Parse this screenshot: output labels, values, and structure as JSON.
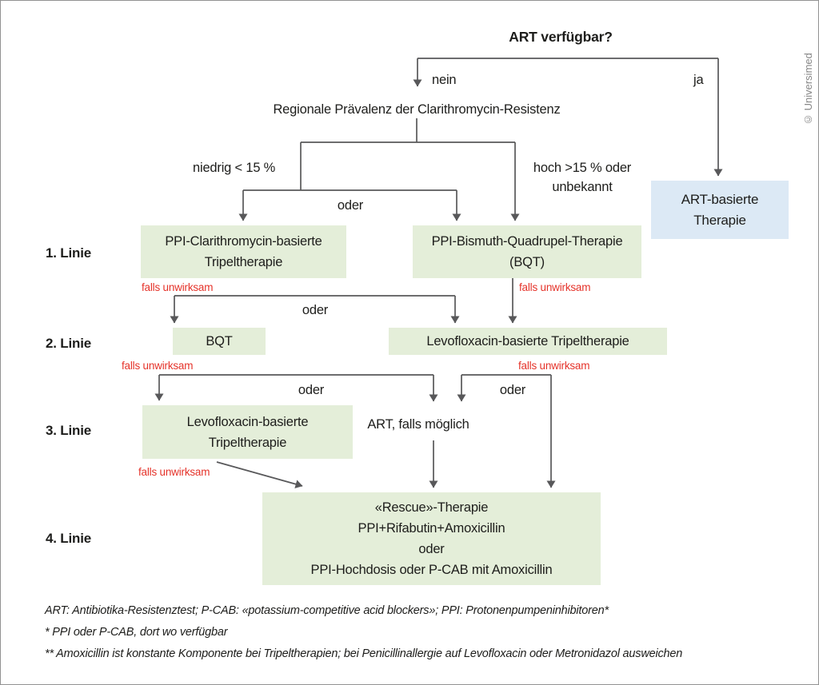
{
  "copyright": "© Universimed",
  "title": "ART verfügbar?",
  "branches": {
    "no": "nein",
    "yes": "ja"
  },
  "prevalence_node": "Regionale Prävalenz der Clarithromycin-Resistenz",
  "conditions": {
    "low": "niedrig < 15 %",
    "high_line1": "hoch >15 % oder",
    "high_line2": "unbekannt"
  },
  "labels": {
    "oder": "oder",
    "falls_unwirksam": "falls unwirksam"
  },
  "rows": {
    "line1": {
      "label": "1. Linie",
      "box_left": {
        "l1": "PPI-Clarithromycin-basierte",
        "l2": "Tripeltherapie"
      },
      "box_right": {
        "l1": "PPI-Bismuth-Quadrupel-Therapie",
        "l2": "(BQT)"
      }
    },
    "line2": {
      "label": "2. Linie",
      "box_left": "BQT",
      "box_right": "Levofloxacin-basierte Tripeltherapie"
    },
    "line3": {
      "label": "3. Linie",
      "box_left": {
        "l1": "Levofloxacin-basierte",
        "l2": "Tripeltherapie"
      },
      "step_text": "ART, falls möglich"
    },
    "line4": {
      "label": "4. Linie",
      "box": {
        "l1": "«Rescue»-Therapie",
        "l2": "PPI+Rifabutin+Amoxicillin",
        "l3": "oder",
        "l4": "PPI-Hochdosis oder P-CAB mit Amoxicillin"
      }
    }
  },
  "art_box": {
    "l1": "ART-basierte",
    "l2": "Therapie"
  },
  "footnotes": [
    "ART: Antibiotika-Resistenztest; P-CAB: «potassium-competitive acid blockers»; PPI: Protonenpumpeninhibitoren*",
    "* PPI oder P-CAB, dort wo verfügbar",
    "** Amoxicillin ist konstante Komponente bei Tripeltherapien; bei Penicillinallergie auf Levofloxacin oder Metronidazol ausweichen"
  ],
  "colors": {
    "box_green": "#e4eed9",
    "box_blue": "#dce9f5",
    "warning_red": "#e5332a",
    "line_gray": "#58585a"
  }
}
